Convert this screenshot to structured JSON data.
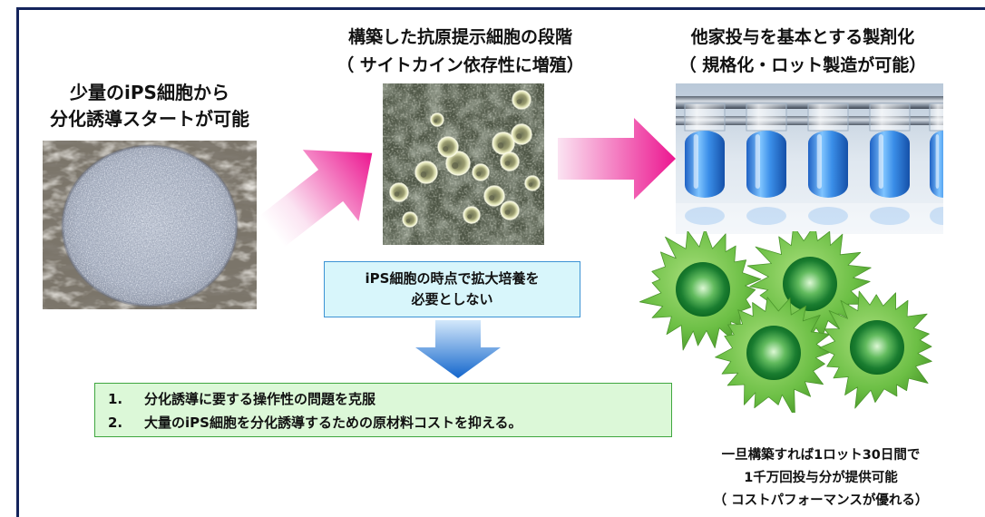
{
  "left_panel": {
    "caption_lines": [
      "少量のiPS細胞から",
      "分化誘導スタートが可能"
    ]
  },
  "center_panel": {
    "title_lines": [
      "構築した抗原提示細胞の段階",
      "（ サイトカイン依存性に増殖）"
    ]
  },
  "right_panel": {
    "title_lines": [
      "他家投与を基本とする製剤化",
      "（ 規格化・ロット製造が可能）"
    ]
  },
  "callout": {
    "lines": [
      "iPS細胞の時点で拡大培養を",
      "必要としない"
    ]
  },
  "benefits": {
    "items": [
      {
        "number": "1.",
        "text": "分化誘導に要する操作性の問題を克服"
      },
      {
        "number": "2.",
        "text": "大量のiPS細胞を分化誘導するための原材料コストを抑える。"
      }
    ]
  },
  "note": {
    "lines": [
      "一旦構築すれば1ロット30日間で",
      "1千万回投与分が提供可能",
      "（ コストパフォーマンスが優れる）"
    ]
  },
  "colors": {
    "frame": "#14245c",
    "arrow_pink": "#ec1690",
    "arrow_pink_light": "#fbe4f2",
    "arrow_blue": "#1366cc",
    "arrow_blue_light": "#d3e8fb",
    "callout_fill": "#d8f6fb",
    "callout_border": "#3c93d4",
    "benefit_fill": "#dcf8d8",
    "benefit_border": "#3fa63f",
    "cell_green": "#6cbf45",
    "nucleus_green": "#0d6a22"
  }
}
